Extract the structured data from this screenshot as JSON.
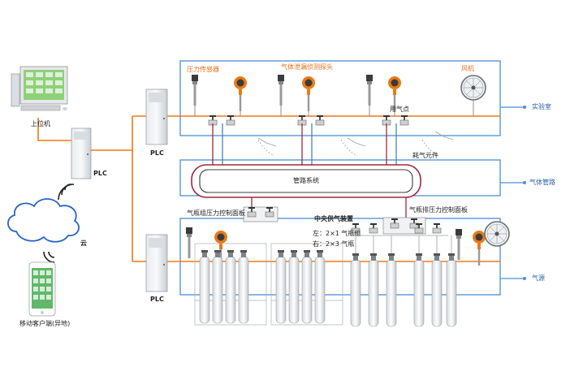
{
  "colors": {
    "pipe": "#f07a18",
    "frame": "#4a8fd6",
    "manifold": "#9c2a3a",
    "label_orange": "#e8701a",
    "label_blue": "#2a5fa8"
  },
  "labels": {
    "upper_computer": "上位机",
    "plc_left": "PLC",
    "cloud": "云",
    "mobile": "移动客户端(异地)",
    "plc_top": "PLC",
    "plc_bottom": "PLC",
    "pressure_sensor": "压力传感器",
    "gas_leak_probe": "气体泄漏侦测探头",
    "fan": "风机",
    "usage_point": "用气点",
    "consumable": "耗气元件",
    "pipeline_system": "管路系统",
    "zone_lab": "实验室",
    "zone_pipeline": "气体管路",
    "zone_source": "气源",
    "cylinder_group_panel": "气瓶组压力控制面板",
    "central_supply": "中央供气装置",
    "left_config": "左：2×1 气瓶组",
    "right_config": "右：2×3 气瓶",
    "cylinder_row_panel": "气瓶排压力控制面板"
  },
  "icons": [
    "computer-icon",
    "plc-cabinet-icon",
    "cloud-icon",
    "wifi-icon",
    "smartphone-icon",
    "pressure-sensor-icon",
    "gas-detector-icon",
    "fan-icon",
    "valve-icon",
    "gas-cylinder-icon"
  ]
}
